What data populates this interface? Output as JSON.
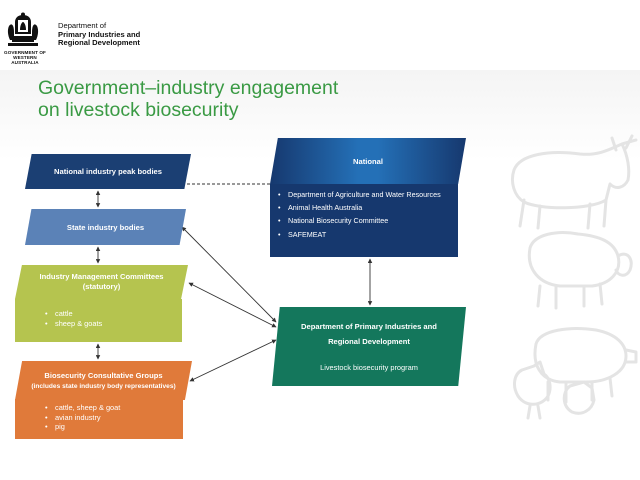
{
  "header": {
    "department_line1": "Department of",
    "department_line2": "Primary Industries and",
    "department_line3": "Regional Development",
    "government_line1": "GOVERNMENT OF",
    "government_line2": "WESTERN AUSTRALIA"
  },
  "title_line1": "Government–industry engagement",
  "title_line2": "on livestock biosecurity",
  "colors": {
    "title": "#3a9a44",
    "peak_bodies": "#1b3f73",
    "state_bodies": "#5b82b7",
    "industry_committees": "#b5c44f",
    "consultative_groups": "#e07a3a",
    "national": "#16386e",
    "dpird": "#14775c"
  },
  "diagram": {
    "peak_bodies": {
      "label": "National industry peak bodies"
    },
    "state_bodies": {
      "label": "State industry bodies"
    },
    "industry_committees": {
      "label_line1": "Industry Management Committees",
      "label_line2": "(statutory)",
      "items": [
        "cattle",
        "sheep & goats"
      ]
    },
    "consultative_groups": {
      "label": "Biosecurity Consultative Groups",
      "sublabel": "(includes state industry body representatives)",
      "items": [
        "cattle, sheep & goat",
        "avian industry",
        "pig"
      ]
    },
    "national": {
      "label": "National",
      "items": [
        "Department of Agriculture and Water Resources",
        "Animal Health Australia",
        "National Biosecurity Committee",
        "SAFEMEAT"
      ]
    },
    "dpird": {
      "label_line1": "Department of Primary Industries and",
      "label_line2": "Regional Development",
      "program": "Livestock biosecurity program"
    }
  },
  "watermark": "livestock-animals-outline"
}
